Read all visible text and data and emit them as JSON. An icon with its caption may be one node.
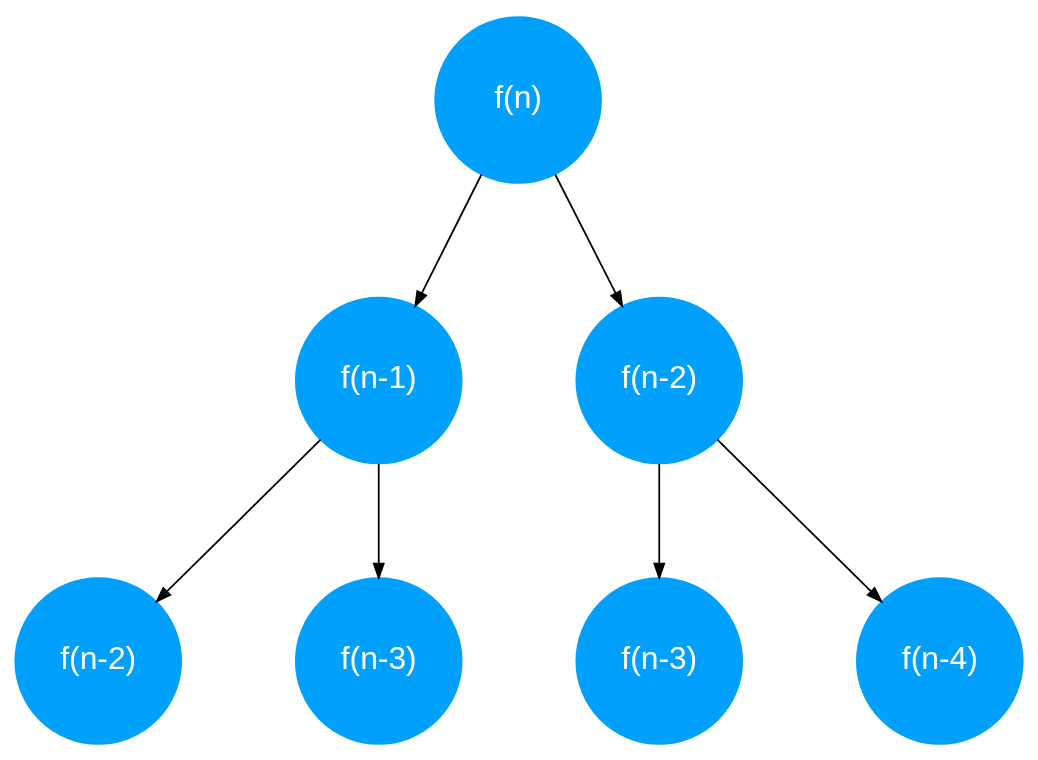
{
  "diagram": {
    "nodes": [
      {
        "text": [
          "f(n)"
        ]
      },
      {
        "text": [
          "f(n-1)"
        ]
      },
      {
        "text": [
          "f(n-2)"
        ]
      },
      {
        "text": [
          "f(n-2)"
        ]
      },
      {
        "text": [
          "f(n-3)"
        ]
      },
      {
        "text": [
          "f(n-3)"
        ]
      },
      {
        "text": [
          "f(n-4)"
        ]
      }
    ],
    "edges": [
      {
        "from": 0,
        "to": 1,
        "arrow": "to"
      },
      {
        "from": 0,
        "to": 2,
        "arrow": "to"
      },
      {
        "from": 1,
        "to": 3,
        "arrow": "to"
      },
      {
        "from": 1,
        "to": 4,
        "arrow": "to"
      },
      {
        "from": 2,
        "to": 5,
        "arrow": "to"
      },
      {
        "from": 2,
        "to": 6,
        "arrow": "to"
      }
    ]
  }
}
